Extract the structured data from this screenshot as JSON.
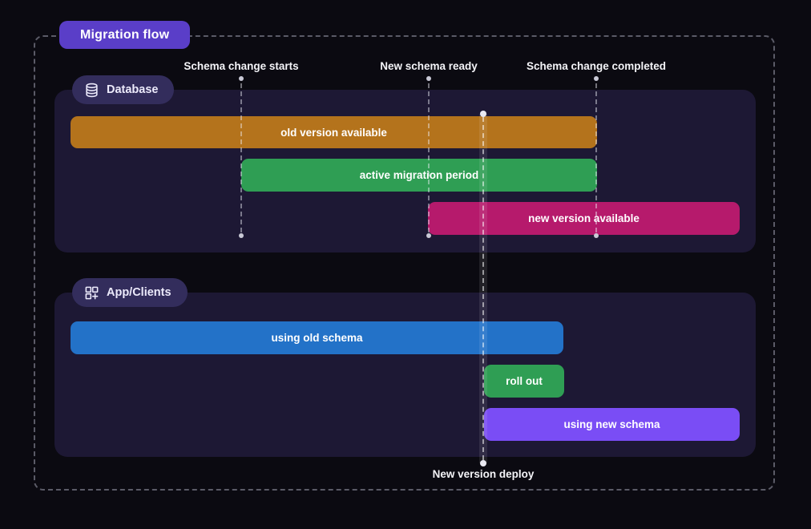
{
  "page": {
    "title": "Migration flow"
  },
  "timeline": {
    "milestones": [
      {
        "label": "Schema change starts"
      },
      {
        "label": "New schema ready"
      },
      {
        "label": "Schema change completed"
      }
    ],
    "deploy_label": "New version deploy"
  },
  "sections": [
    {
      "label": "Database",
      "icon": "database-icon",
      "bars": [
        {
          "label": "old version available",
          "color": "#b4731c"
        },
        {
          "label": "active migration period",
          "color": "#2f9e54"
        },
        {
          "label": "new version available",
          "color": "#b61a6c"
        }
      ]
    },
    {
      "label": "App/Clients",
      "icon": "apps-plus-icon",
      "bars": [
        {
          "label": "using old schema",
          "color": "#2372c8"
        },
        {
          "label": "roll out",
          "color": "#2f9e54"
        },
        {
          "label": "using new schema",
          "color": "#7a4df5"
        }
      ]
    }
  ],
  "colors": {
    "background": "#0b0a11",
    "panel": "#1d1834",
    "badge": "#332d5c",
    "title_badge": "#5a3ec8",
    "dashed_border": "rgba(172,172,190,0.5)",
    "text": "#ffffff"
  }
}
